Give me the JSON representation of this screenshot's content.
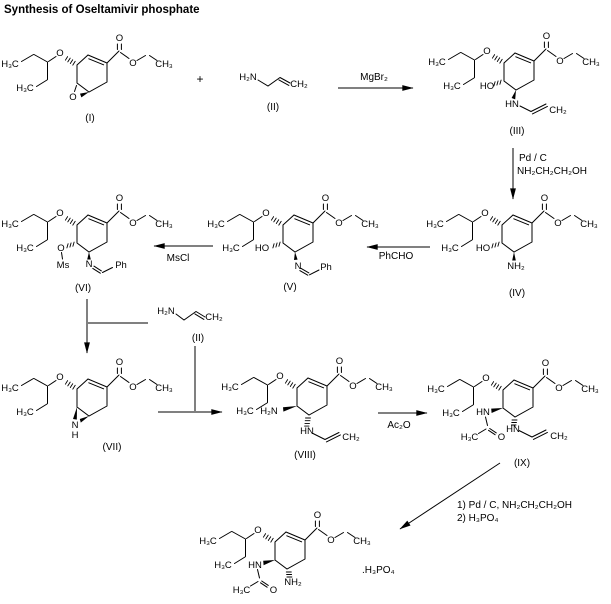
{
  "title": "Synthesis of Oseltamivir phosphate",
  "plus": "+",
  "salt": ".H₃PO₄",
  "atoms": {
    "h3c": "H₃C",
    "ch3": "CH₃",
    "ch2": "CH₂",
    "o": "O",
    "ho": "HO",
    "hn": "HN",
    "nh2": "NH₂",
    "h2n": "H₂N",
    "n": "N",
    "h": "H",
    "ms": "Ms",
    "ph": "Ph"
  },
  "structure_labels": {
    "i": "(I)",
    "ii": "(II)",
    "iii": "(III)",
    "iv": "(IV)",
    "v": "(V)",
    "vi": "(VI)",
    "vii": "(VII)",
    "viii": "(VIII)",
    "ix": "(IX)"
  },
  "reagents": {
    "mgbr2": "MgBr₂",
    "pdc": "Pd / C",
    "ethanolamine": "NH₂CH₂CH₂OH",
    "phcho": "PhCHO",
    "mscl": "MsCl",
    "ac2o": "Ac₂O",
    "final_step1": "1) Pd / C, NH₂CH₂CH₂OH",
    "final_step2": "2) H₃PO₄"
  }
}
